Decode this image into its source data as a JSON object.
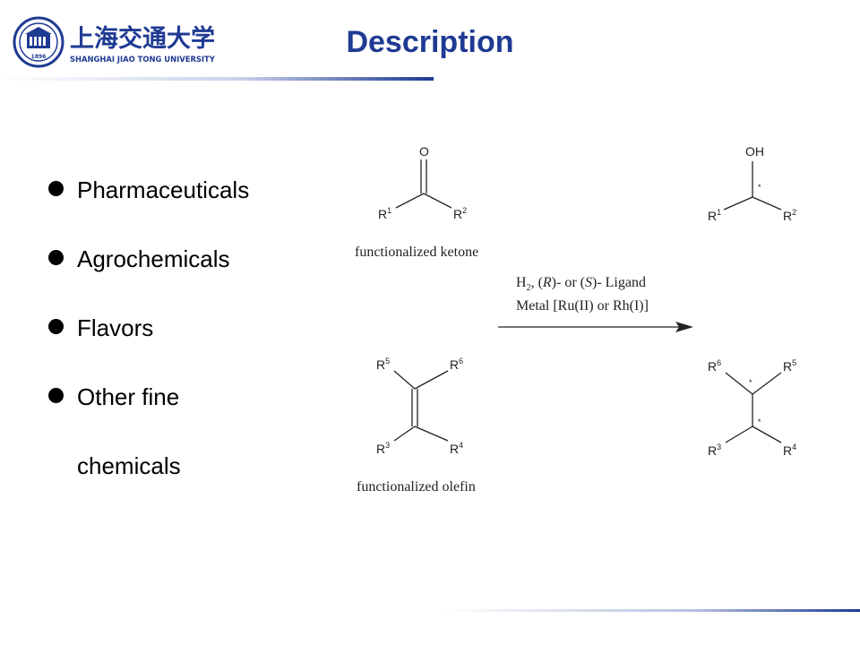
{
  "logo": {
    "name_cn": "上海交通大学",
    "name_en": "SHANGHAI JIAO TONG UNIVERSITY",
    "seal_year": "1896"
  },
  "slide": {
    "title": "Description"
  },
  "bullets": [
    {
      "lines": [
        "Pharmaceuticals"
      ]
    },
    {
      "lines": [
        "Agrochemicals"
      ]
    },
    {
      "lines": [
        "Flavors"
      ]
    },
    {
      "lines": [
        "Other fine",
        "chemicals"
      ]
    }
  ],
  "scheme": {
    "ketone": {
      "o": "O",
      "r1": "R",
      "r1_sup": "1",
      "r2": "R",
      "r2_sup": "2",
      "caption": "functionalized ketone"
    },
    "olefin": {
      "r5": "R",
      "r5_sup": "5",
      "r6": "R",
      "r6_sup": "6",
      "r3": "R",
      "r3_sup": "3",
      "r4": "R",
      "r4_sup": "4",
      "caption": "functionalized olefin"
    },
    "conditions": {
      "line1": {
        "h": "H",
        "h_sub": "2",
        "sep1": ", (",
        "r": "R",
        "mid": ")- or (",
        "s": "S",
        "end": ")- Ligand"
      },
      "line2": "Metal [Ru(II) or Rh(I)]"
    },
    "alcohol": {
      "oh": "OH",
      "star": "*",
      "r1": "R",
      "r1_sup": "1",
      "r2": "R",
      "r2_sup": "2"
    },
    "alkane": {
      "r6": "R",
      "r6_sup": "6",
      "r5": "R",
      "r5_sup": "5",
      "r3": "R",
      "r3_sup": "3",
      "r4": "R",
      "r4_sup": "4",
      "star1": "*",
      "star2": "*"
    }
  },
  "colors": {
    "title": "#1f3a93",
    "header_line_dark": "#1f3a93",
    "logo_blue": "#1f3a93"
  }
}
